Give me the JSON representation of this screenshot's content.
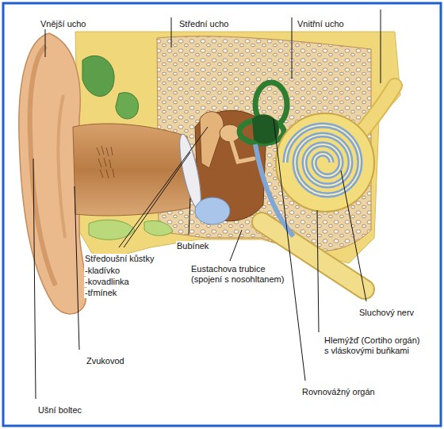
{
  "diagram": {
    "labels": [
      "Vnější ucho",
      "Střední ucho",
      "Vnitřní ucho",
      "Středoušní kůstky",
      "-kladívko",
      "-kovadlinka",
      "-třmínek",
      "Bubínek",
      "Eustachova trubice (spojení s nosohltanem)",
      "Zvukovod",
      "Sluchový nerv",
      "Hlemýžď (Cortiho orgán) s vláskovými buňkami",
      "Rovnovážný orgán",
      "Ušní boltec"
    ]
  }
}
